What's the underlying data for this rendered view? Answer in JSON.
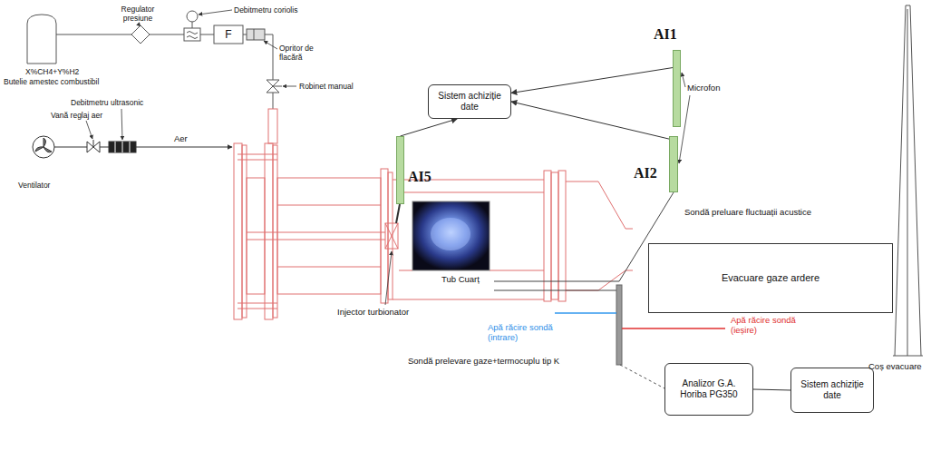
{
  "diagram": {
    "nodes": [
      {
        "text": [
          "AI1"
        ]
      },
      {
        "text": [
          "Sistem achiziție date"
        ]
      },
      {
        "text": [
          "AI2"
        ]
      },
      {
        "text": [
          "AI5"
        ]
      },
      {
        "text": [
          "Evacuare gaze ardere"
        ]
      },
      {
        "text": [
          "Analizor G.A. Horiba PG350"
        ]
      },
      {
        "text": [
          "Sistem achiziție date"
        ]
      }
    ],
    "edges": [
      {
        "from": 0,
        "to": 1,
        "arrow": "to"
      },
      {
        "from": 2,
        "to": 1,
        "arrow": "to"
      },
      {
        "from": 3,
        "to": 1,
        "arrow": "to"
      },
      {
        "from": 5,
        "to": 6,
        "arrow": "none"
      }
    ],
    "labels": [
      "Regulator presiune",
      "Debitmetru coriolis",
      "F",
      "Opritor de flacără",
      "X%CH4+Y%H2",
      "Butelie amestec combustibil",
      "Robinet manual",
      "Debitmetru ultrasonic",
      "Vană reglaj aer",
      "Aer",
      "Ventilator",
      "Microfon",
      "Sondă preluare fluctuații acustice",
      "Injector turbionator",
      "Tub Cuarț",
      "Apă răcire sondă (intrare)",
      "Sondă prelevare gaze+termocuplu tip K",
      "Apă răcire sondă (ieșire)",
      "Coș evacuare"
    ]
  }
}
